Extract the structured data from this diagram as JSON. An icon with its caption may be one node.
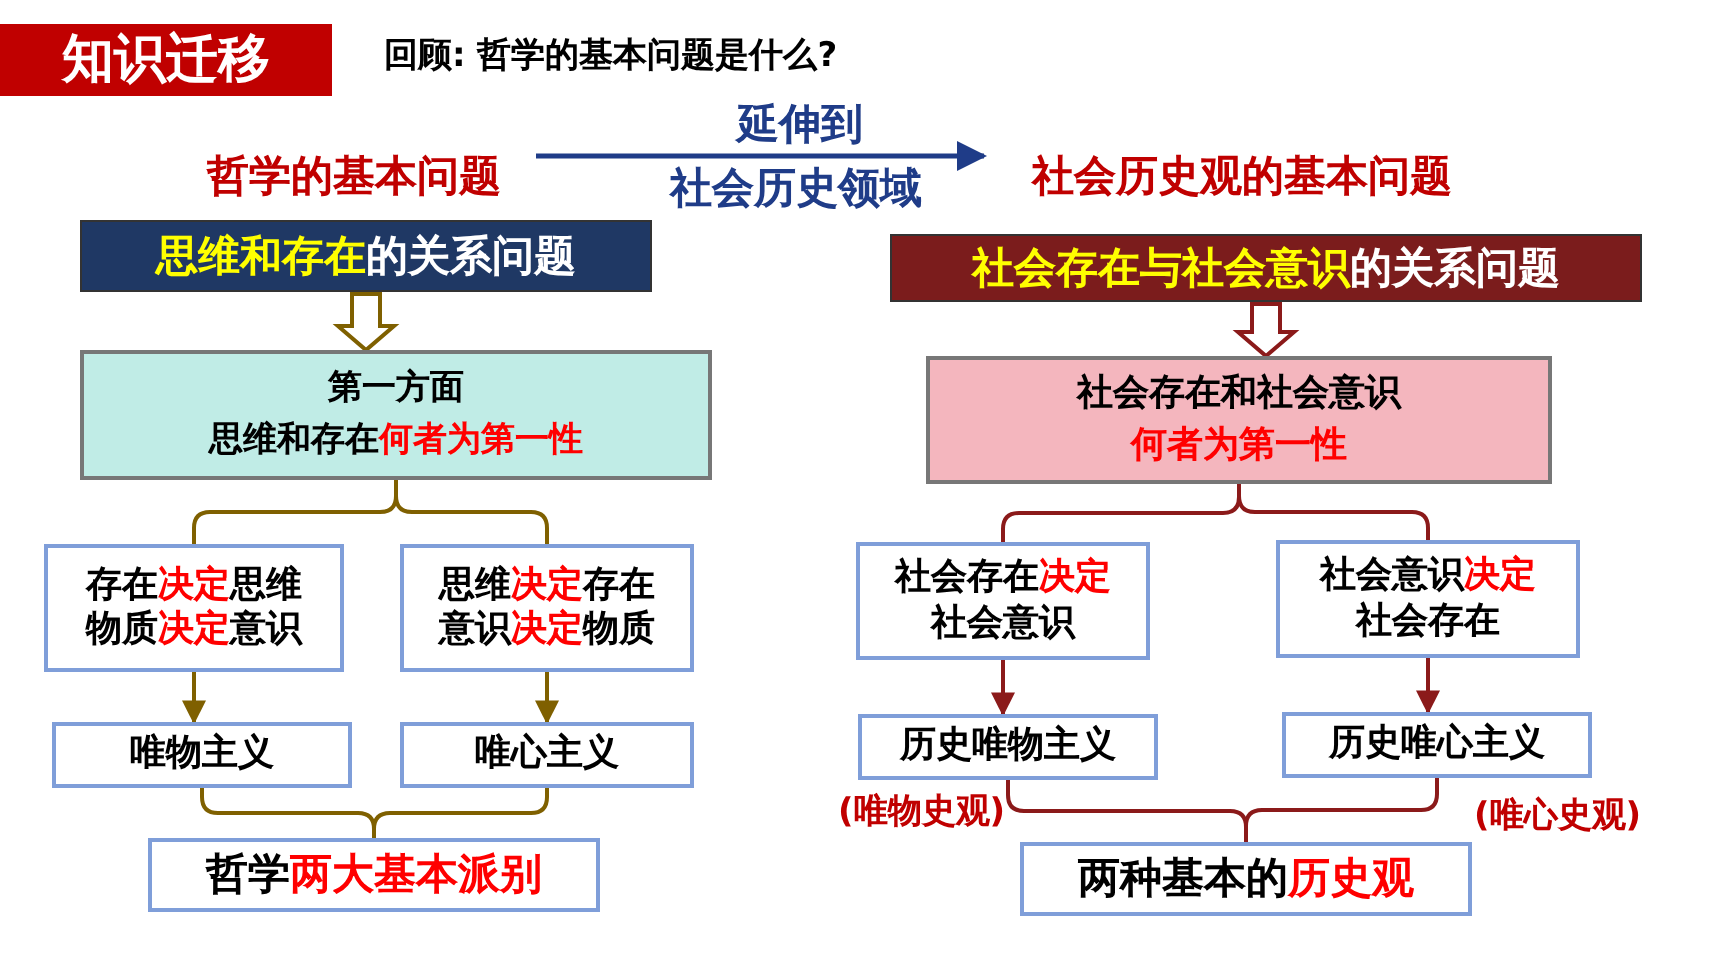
{
  "diagram": {
    "nodes": [
      {
        "text": [
          "知识迁移"
        ]
      },
      {
        "text": [
          "哲学的基本问题"
        ]
      },
      {
        "text": [
          "社会历史观的基本问题"
        ]
      },
      {
        "text": [
          "**思维和存在**的关系问题"
        ]
      },
      {
        "text": [
          "第一方面",
          "思维和存在**何者为第一性**"
        ]
      },
      {
        "text": [
          "存在**决定**思维",
          "物质**决定**意识"
        ]
      },
      {
        "text": [
          "思维**决定**存在",
          "意识**决定**物质"
        ]
      },
      {
        "text": [
          "唯物主义"
        ]
      },
      {
        "text": [
          "唯心主义"
        ]
      },
      {
        "text": [
          "哲学**两大基本派别**"
        ]
      },
      {
        "text": [
          "**社会存在与社会意识**的关系问题"
        ]
      },
      {
        "text": [
          "社会存在和社会意识",
          "**何者为第一性**"
        ]
      },
      {
        "text": [
          "社会存在**决定**社会意识"
        ]
      },
      {
        "text": [
          "社会意识**决定**社会存在"
        ]
      },
      {
        "text": [
          "历史唯物主义"
        ],
        "beside": [
          "(唯物史观)"
        ]
      },
      {
        "text": [
          "历史唯心主义"
        ],
        "beside": [
          "(唯心史观)"
        ]
      },
      {
        "text": [
          "两种基本的**历史观**"
        ]
      }
    ],
    "edges": [
      {
        "from": 1,
        "to": 2,
        "arrow": "to",
        "label": "延伸到",
        "color": "#1f3c88"
      },
      {
        "from": 3,
        "to": 4,
        "arrow": "to",
        "style": "thick",
        "color": "#7f6000"
      },
      {
        "from": 4,
        "to": 5,
        "arrow": "none",
        "color": "#7f6000"
      },
      {
        "from": 4,
        "to": 6,
        "arrow": "none",
        "color": "#7f6000"
      },
      {
        "from": 5,
        "to": 7,
        "arrow": "to",
        "color": "#7f6000"
      },
      {
        "from": 6,
        "to": 8,
        "arrow": "to",
        "color": "#7f6000"
      },
      {
        "from": 7,
        "to": 9,
        "arrow": "none",
        "color": "#7f6000"
      },
      {
        "from": 8,
        "to": 9,
        "arrow": "none",
        "color": "#7f6000"
      },
      {
        "from": 10,
        "to": 11,
        "arrow": "to",
        "style": "thick",
        "color": "#8b1a1a"
      },
      {
        "from": 11,
        "to": 12,
        "arrow": "none",
        "color": "#8b1a1a"
      },
      {
        "from": 11,
        "to": 13,
        "arrow": "none",
        "color": "#8b1a1a"
      },
      {
        "from": 12,
        "to": 14,
        "arrow": "to",
        "color": "#8b1a1a"
      },
      {
        "from": 13,
        "to": 15,
        "arrow": "to",
        "color": "#8b1a1a"
      },
      {
        "from": 14,
        "to": 16,
        "arrow": "none",
        "color": "#8b1a1a"
      },
      {
        "from": 15,
        "to": 16,
        "arrow": "none",
        "color": "#8b1a1a"
      }
    ],
    "labels": [
      "回顾: 哲学的基本问题是什么?",
      "社会历史领域"
    ]
  }
}
